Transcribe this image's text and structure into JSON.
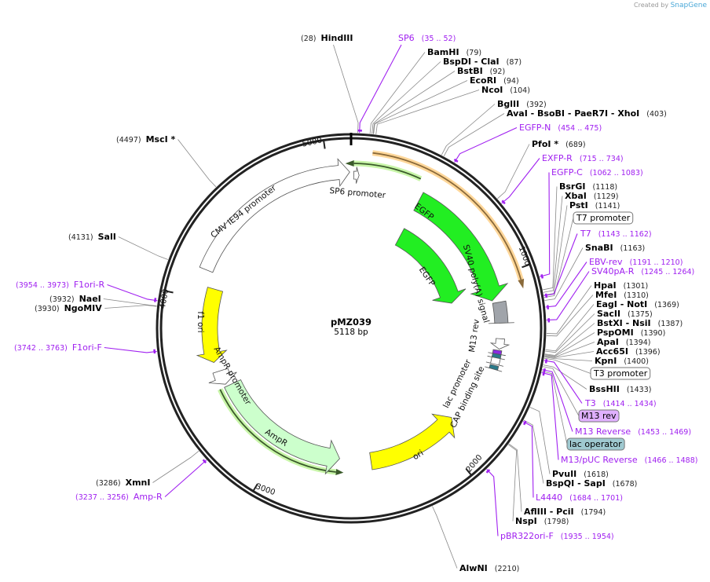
{
  "credit": {
    "prefix": "Created by",
    "brand": "SnapGene"
  },
  "plasmid": {
    "name": "pMZ039",
    "length": "5118 bp"
  },
  "colors": {
    "enzyme": "#000000",
    "primer": "#a020f0",
    "leader": "#888888",
    "egfp": "#22ee22",
    "ori": "#ffff00",
    "ampr": "#ccffcc",
    "polyA": "#a0a4aa",
    "lac_operator": "#9fc9d0",
    "m13_rev_box": "#e0b0ff",
    "orange_band": "#f0a030"
  },
  "ticks": [
    "1000",
    "2000",
    "3000",
    "4000",
    "5000"
  ],
  "features": {
    "cmv": "CMV IE94 promoter",
    "sp6": "SP6 promoter",
    "egfp1": "EGFP",
    "egfp2": "EGFP",
    "sv40": "SV40 poly(A) signal",
    "m13rev": "M13 rev",
    "lacp": "lac promoter",
    "cap": "CAP binding site",
    "ori": "ori",
    "ampr": "AmpR",
    "amprp": "AmpR promoter",
    "f1ori": "f1 ori"
  },
  "sites": [
    {
      "name": "HindIII",
      "pos": "(28)",
      "type": "enzyme"
    },
    {
      "name": "SP6",
      "pos": "(35 .. 52)",
      "type": "primer"
    },
    {
      "name": "BamHI",
      "pos": "(79)",
      "type": "enzyme"
    },
    {
      "name": "BspDI   - ClaI",
      "pos": "(87)",
      "type": "enzyme"
    },
    {
      "name": "BstBI",
      "pos": "(92)",
      "type": "enzyme"
    },
    {
      "name": "EcoRI",
      "pos": "(94)",
      "type": "enzyme"
    },
    {
      "name": "NcoI",
      "pos": "(104)",
      "type": "enzyme"
    },
    {
      "name": "BglII",
      "pos": "(392)",
      "type": "enzyme"
    },
    {
      "name": "AvaI   - BsoBI   - PaeR7I   - XhoI",
      "pos": "(403)",
      "type": "enzyme"
    },
    {
      "name": "EGFP-N",
      "pos": "(454 .. 475)",
      "type": "primer"
    },
    {
      "name": "PfoI *",
      "pos": "(689)",
      "type": "enzyme"
    },
    {
      "name": "EXFP-R",
      "pos": "(715 .. 734)",
      "type": "primer"
    },
    {
      "name": "EGFP-C",
      "pos": "(1062 .. 1083)",
      "type": "primer"
    },
    {
      "name": "BsrGI",
      "pos": "(1118)",
      "type": "enzyme"
    },
    {
      "name": "XbaI",
      "pos": "(1129)",
      "type": "enzyme"
    },
    {
      "name": "PstI",
      "pos": "(1141)",
      "type": "enzyme"
    },
    {
      "name": "T7 promoter",
      "pos": "",
      "type": "feature-box"
    },
    {
      "name": "T7",
      "pos": "(1143 .. 1162)",
      "type": "primer"
    },
    {
      "name": "SnaBI",
      "pos": "(1163)",
      "type": "enzyme"
    },
    {
      "name": "EBV-rev",
      "pos": "(1191 .. 1210)",
      "type": "primer"
    },
    {
      "name": "SV40pA-R",
      "pos": "(1245 .. 1264)",
      "type": "primer"
    },
    {
      "name": "HpaI",
      "pos": "(1301)",
      "type": "enzyme"
    },
    {
      "name": "MfeI",
      "pos": "(1310)",
      "type": "enzyme"
    },
    {
      "name": "EagI   - NotI",
      "pos": "(1369)",
      "type": "enzyme"
    },
    {
      "name": "SacII",
      "pos": "(1375)",
      "type": "enzyme"
    },
    {
      "name": "BstXI   - NsiI",
      "pos": "(1387)",
      "type": "enzyme"
    },
    {
      "name": "PspOMI",
      "pos": "(1390)",
      "type": "enzyme"
    },
    {
      "name": "ApaI",
      "pos": "(1394)",
      "type": "enzyme"
    },
    {
      "name": "Acc65I",
      "pos": "(1396)",
      "type": "enzyme"
    },
    {
      "name": "KpnI",
      "pos": "(1400)",
      "type": "enzyme"
    },
    {
      "name": "T3 promoter",
      "pos": "",
      "type": "feature-box"
    },
    {
      "name": "BssHII",
      "pos": "(1433)",
      "type": "enzyme"
    },
    {
      "name": "T3",
      "pos": "(1414 .. 1434)",
      "type": "primer"
    },
    {
      "name": "M13 rev",
      "pos": "",
      "type": "feature-box-purple"
    },
    {
      "name": "M13 Reverse",
      "pos": "(1453 .. 1469)",
      "type": "primer"
    },
    {
      "name": "lac operator",
      "pos": "",
      "type": "feature-box-teal"
    },
    {
      "name": "M13/pUC Reverse",
      "pos": "(1466 .. 1488)",
      "type": "primer"
    },
    {
      "name": "PvuII",
      "pos": "(1618)",
      "type": "enzyme"
    },
    {
      "name": "BspQI   - SapI",
      "pos": "(1678)",
      "type": "enzyme"
    },
    {
      "name": "L4440",
      "pos": "(1684 .. 1701)",
      "type": "primer"
    },
    {
      "name": "AflIII   - PciI",
      "pos": "(1794)",
      "type": "enzyme"
    },
    {
      "name": "NspI",
      "pos": "(1798)",
      "type": "enzyme"
    },
    {
      "name": "pBR322ori-F",
      "pos": "(1935 .. 1954)",
      "type": "primer"
    },
    {
      "name": "AlwNI",
      "pos": "(2210)",
      "type": "enzyme"
    },
    {
      "name": "XmnI",
      "pos": "(3286)",
      "type": "enzyme"
    },
    {
      "name": "Amp-R",
      "pos": "(3237 .. 3256)",
      "type": "primer"
    },
    {
      "name": "F1ori-F",
      "pos": "(3742 .. 3763)",
      "type": "primer"
    },
    {
      "name": "NaeI",
      "pos": "(3932)",
      "type": "enzyme"
    },
    {
      "name": "NgoMIV",
      "pos": "(3930)",
      "type": "enzyme"
    },
    {
      "name": "F1ori-R",
      "pos": "(3954 .. 3973)",
      "type": "primer"
    },
    {
      "name": "SalI",
      "pos": "(4131)",
      "type": "enzyme"
    },
    {
      "name": "MscI *",
      "pos": "(4497)",
      "type": "enzyme"
    }
  ]
}
